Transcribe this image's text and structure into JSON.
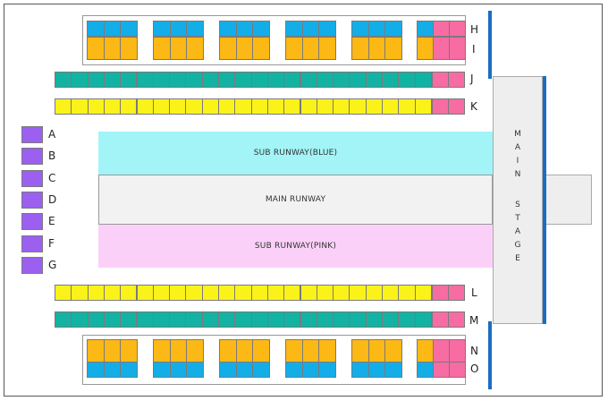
{
  "colors": {
    "blue": "#13aee8",
    "orange": "#fcb814",
    "pink": "#f76ca2",
    "teal": "#12b3a3",
    "yellow": "#fbf21a",
    "purple": "#9b60f0",
    "sub_blue": "#a2f4f7",
    "sub_pink": "#fad0f8",
    "main_runway": "#f2f2f2",
    "stage_line": "#1a6ec1"
  },
  "row_labels": {
    "H": "H",
    "I": "I",
    "J": "J",
    "K": "K",
    "L": "L",
    "M": "M",
    "N": "N",
    "O": "O"
  },
  "side_seats": [
    "A",
    "B",
    "C",
    "D",
    "E",
    "F",
    "G"
  ],
  "runways": {
    "sub_blue": "SUB RUNWAY(BLUE)",
    "main": "MAIN RUNWAY",
    "sub_pink": "SUB RUNWAY(PINK)"
  },
  "stage": {
    "main_text": "M\nA\nI\nN",
    "stage_text": "S\nT\nA\nG\nE"
  }
}
